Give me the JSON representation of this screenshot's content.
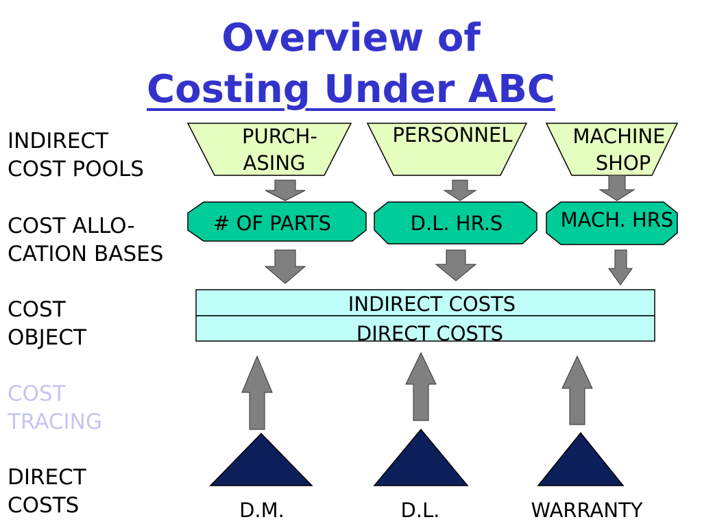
{
  "title": {
    "line1": "Overview of",
    "line2": "Costing Under ABC"
  },
  "side_labels": [
    {
      "lines": [
        "INDIRECT",
        "COST POOLS"
      ],
      "color": "#000000"
    },
    {
      "lines": [
        "COST ALLO-",
        "CATION BASES"
      ],
      "color": "#000000"
    },
    {
      "lines": [
        "COST",
        "OBJECT"
      ],
      "color": "#000000"
    },
    {
      "lines": [
        "COST",
        "TRACING"
      ],
      "color": "#c5c5f2"
    },
    {
      "lines": [
        "DIRECT",
        "COSTS"
      ],
      "color": "#000000"
    }
  ],
  "cost_pools": [
    {
      "lines": [
        "PURCH-",
        "ASING"
      ]
    },
    {
      "lines": [
        "PERSONNEL"
      ]
    },
    {
      "lines": [
        "MACHINE",
        "SHOP"
      ]
    }
  ],
  "allocation_bases": [
    "# OF PARTS",
    "D.L. HR.S",
    "MACH. HRS"
  ],
  "cost_object": {
    "top": "INDIRECT COSTS",
    "bottom": "DIRECT COSTS"
  },
  "direct_costs": [
    "D.M.",
    "D.L.",
    "WARRANTY"
  ],
  "colors": {
    "title": "#3333cc",
    "pool_fill": "#e5ffc0",
    "base_fill": "#00cc99",
    "object_fill": "#c0fff8",
    "arrow_fill": "#808080",
    "triangle_fill": "#0d1f5a"
  }
}
